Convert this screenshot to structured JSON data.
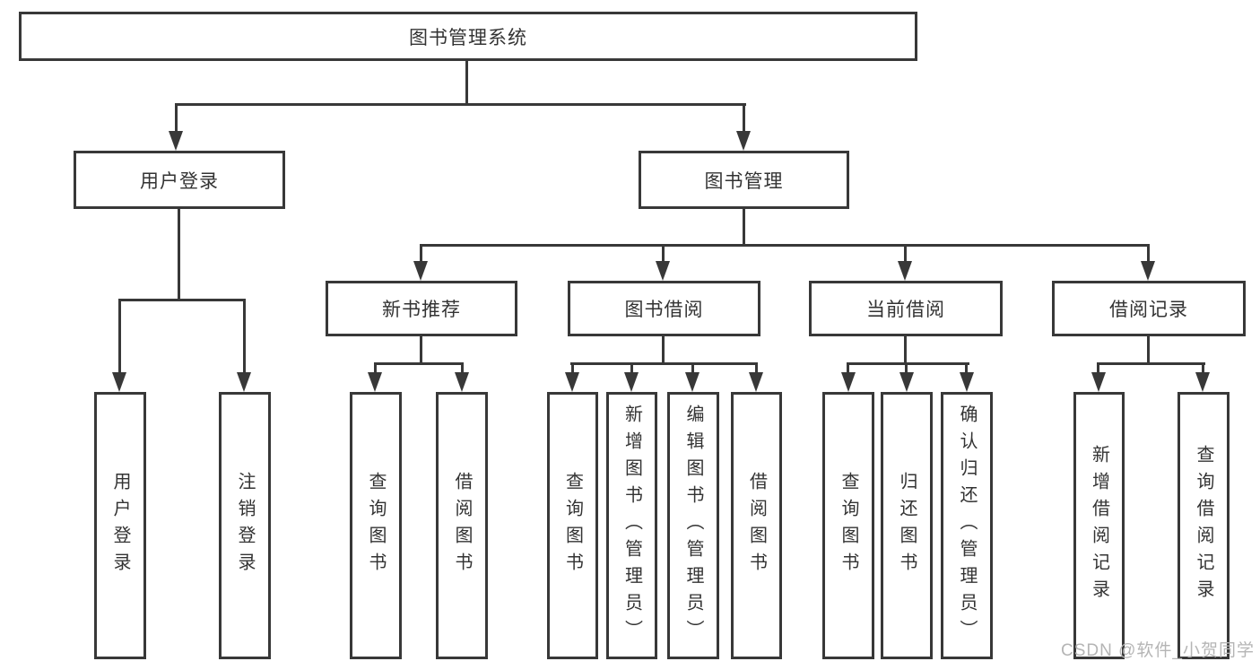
{
  "diagram_type": "hierarchy-tree",
  "colors": {
    "line": "#383838",
    "text": "#333333",
    "watermark": "#b5b5b5",
    "background": "#ffffff"
  },
  "watermark": {
    "text": "CSDN @软件_小贺同学"
  },
  "nodes": {
    "root": {
      "label": "图书管理系统"
    },
    "level2": [
      {
        "label": "用户登录"
      },
      {
        "label": "图书管理"
      }
    ],
    "level3": [
      {
        "label": "新书推荐"
      },
      {
        "label": "图书借阅"
      },
      {
        "label": "当前借阅"
      },
      {
        "label": "借阅记录"
      }
    ],
    "leaves": {
      "user_login": [
        "用户登录",
        "注销登录"
      ],
      "new_book_recommend": [
        "查询图书",
        "借阅图书"
      ],
      "book_borrow": [
        "查询图书",
        "新增图书（管理员）",
        "编辑图书（管理员）",
        "借阅图书"
      ],
      "current_borrow": [
        "查询图书",
        "归还图书",
        "确认归还（管理员）"
      ],
      "borrow_records": [
        "新增借阅记录",
        "查询借阅记录"
      ]
    }
  }
}
